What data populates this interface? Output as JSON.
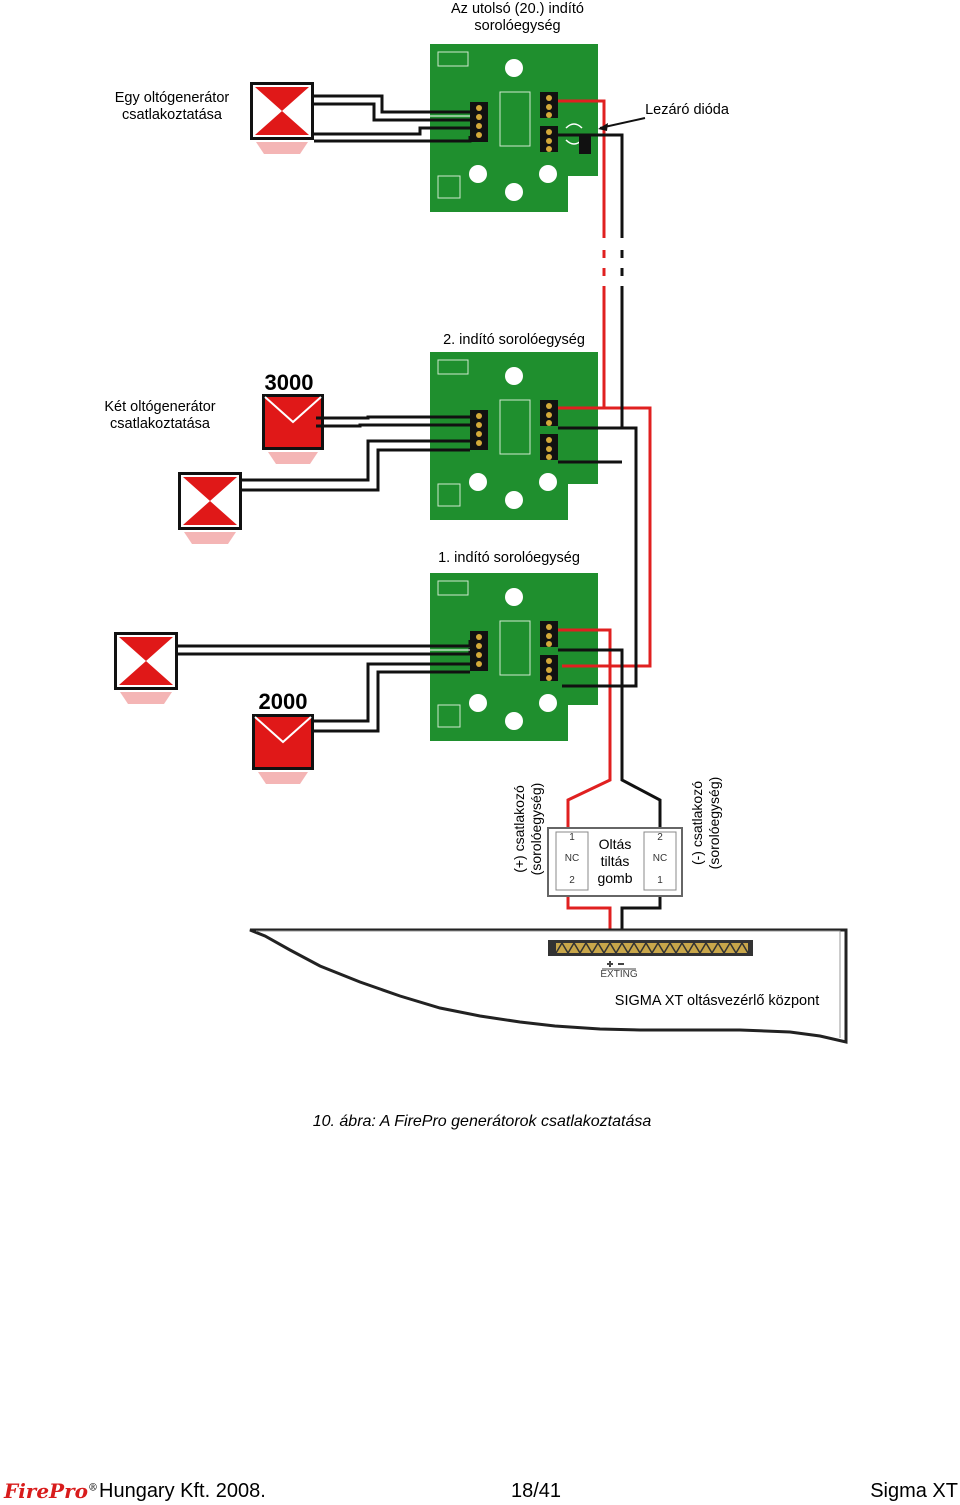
{
  "labels": {
    "last_unit_l1": "Az utolsó (20.) indító",
    "last_unit_l2": "sorolóegység",
    "one_gen_l1": "Egy oltógenerátor",
    "one_gen_l2": "csatlakoztatása",
    "diode": "Lezáró dióda",
    "unit2": "2. indító sorolóegység",
    "two_gen_l1": "Két oltógenerátor",
    "two_gen_l2": "csatlakoztatása",
    "unit1": "1. indító sorolóegység",
    "gen_3000": "3000",
    "gen_2000": "2000",
    "plus_conn_l1": "(+) csatlakozó",
    "plus_conn_l2": "(sorolóegység)",
    "minus_conn_l1": "(-) csatlakozó",
    "minus_conn_l2": "(sorolóegység)",
    "button_l1": "Oltás",
    "button_l2": "tiltás",
    "button_l3": "gomb",
    "nc": "NC",
    "pin1": "1",
    "pin2": "2",
    "exting": "EXTING",
    "panel": "SIGMA XT oltásvezérlő központ"
  },
  "caption": "10. ábra: A FirePro generátorok csatlakoztatása",
  "footer": {
    "brand": "FirePro",
    "reg": "®",
    "company": "Hungary Kft. 2008.",
    "page": "18/41",
    "product": "Sigma XT"
  },
  "colors": {
    "pcb": "#1f8f2e",
    "wire_red": "#e02020",
    "wire_black": "#111111",
    "generator_red": "#e01818"
  }
}
